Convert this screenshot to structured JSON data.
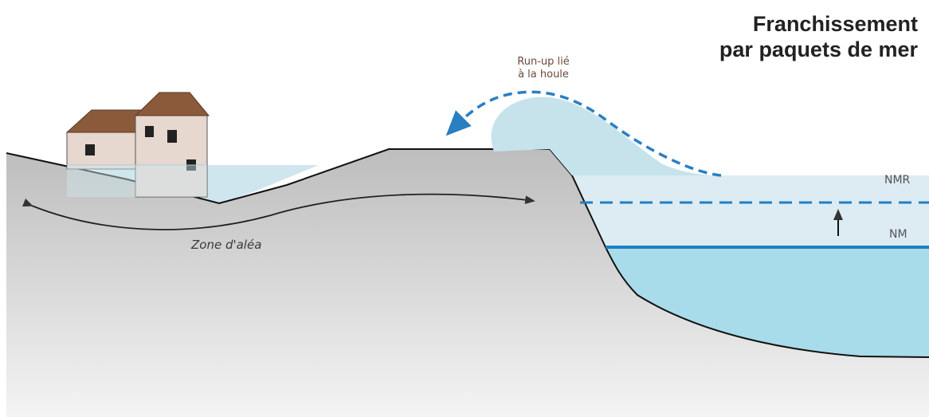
{
  "title": {
    "line1": "Franchissement",
    "line2": "par paquets de mer"
  },
  "labels": {
    "runup_line1": "Run-up lié",
    "runup_line2": "à la houle",
    "zone": "Zone d'aléa",
    "nmr": "NMR",
    "nm": "NM"
  },
  "colors": {
    "ground_top": "#bdbdbd",
    "ground_bottom": "#f4f4f4",
    "sea_light": "#dcecf2",
    "sea_deep": "#a8dcea",
    "wave": "#c6e3ec",
    "water_line": "#1f7ec4",
    "dashed_arrow": "#2a7fc1",
    "roof": "#8b5a3a",
    "wall": "#e6d7cf",
    "window": "#222222"
  }
}
